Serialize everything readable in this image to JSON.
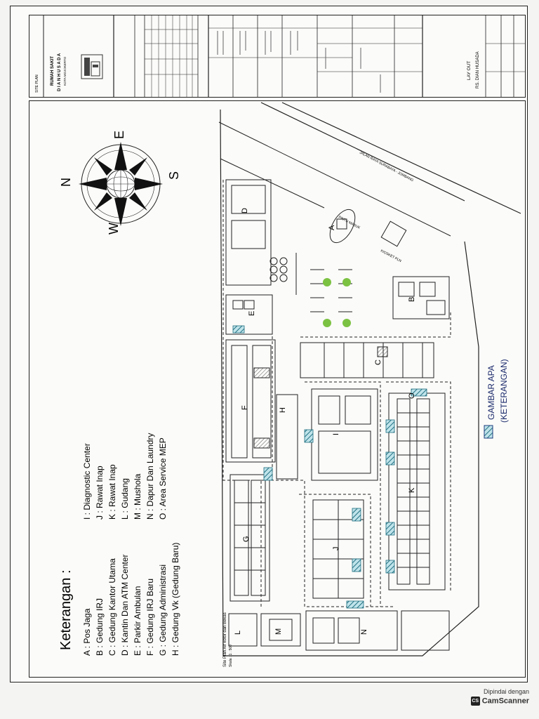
{
  "title_block": {
    "hospital_name": "RUMAH SAKIT",
    "hospital_brand": "D I A N  H U S A D A",
    "hospital_city": "KOTA MOJOKERTO",
    "drawing_title": "LAY OUT",
    "drawing_subject": "RS. DIAN HUSADA",
    "site_plan_label": "SITE PLAN"
  },
  "legend": {
    "title": "Keterangan :",
    "column1": [
      "A : Pos Jaga",
      "B : Gedung IRJ",
      "C : Gedung Kantor Utama",
      "D : Kantin Dan ATM Center",
      "E : Parkir Ambulan",
      "F : Gedung IRJ Baru",
      "G : Gedung Administrasi",
      "H : Gedung Vk (Gedung Baru)"
    ],
    "column2": [
      "I : Diagnostic Center",
      "J : Rawat Inap",
      "K : Rawat Inap",
      "L : Gudang",
      "M : Mushola",
      "N : Dapur Dan Laundry",
      "O : Area Service MEP"
    ]
  },
  "compass": {
    "north": "N",
    "east": "E",
    "south": "S",
    "west": "W"
  },
  "plan": {
    "road_label": "JALAN RAYA SURABAYA - JOMBANG",
    "entrance_label": "PINTU MASUK",
    "kiosk_label": "KIOSKET PLN",
    "building_letters": [
      "A",
      "B",
      "C",
      "D",
      "E",
      "F",
      "G",
      "H",
      "I",
      "J",
      "K",
      "L",
      "M",
      "N",
      "O"
    ],
    "handwritten_note_line1": "GAMBAR APA",
    "handwritten_note_line2": "(KETERANGAN)",
    "bottom_note": "Site Plan Air kotor dan Bekas",
    "scale_note": "Skala : 1 : 500",
    "hatch_color": "#4aa7b8",
    "tree_color": "#7cc242"
  },
  "scanner": {
    "line1": "Dipindai dengan",
    "line2": "CamScanner"
  }
}
